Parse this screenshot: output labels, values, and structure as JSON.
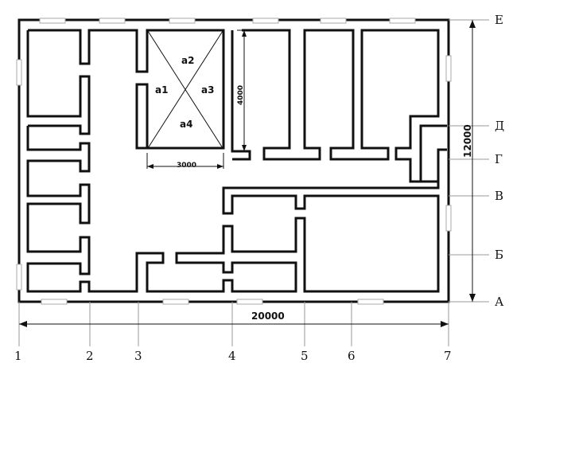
{
  "axes_numbers": [
    "1",
    "2",
    "3",
    "4",
    "5",
    "6",
    "7"
  ],
  "axes_letters": [
    "Е",
    "Д",
    "Г",
    "В",
    "Б",
    "А"
  ],
  "dimensions": {
    "total_width": "20000",
    "total_height": "12000",
    "hall_width": "3000",
    "hall_height": "4000"
  },
  "zones": [
    "a1",
    "a2",
    "a3",
    "a4"
  ]
}
